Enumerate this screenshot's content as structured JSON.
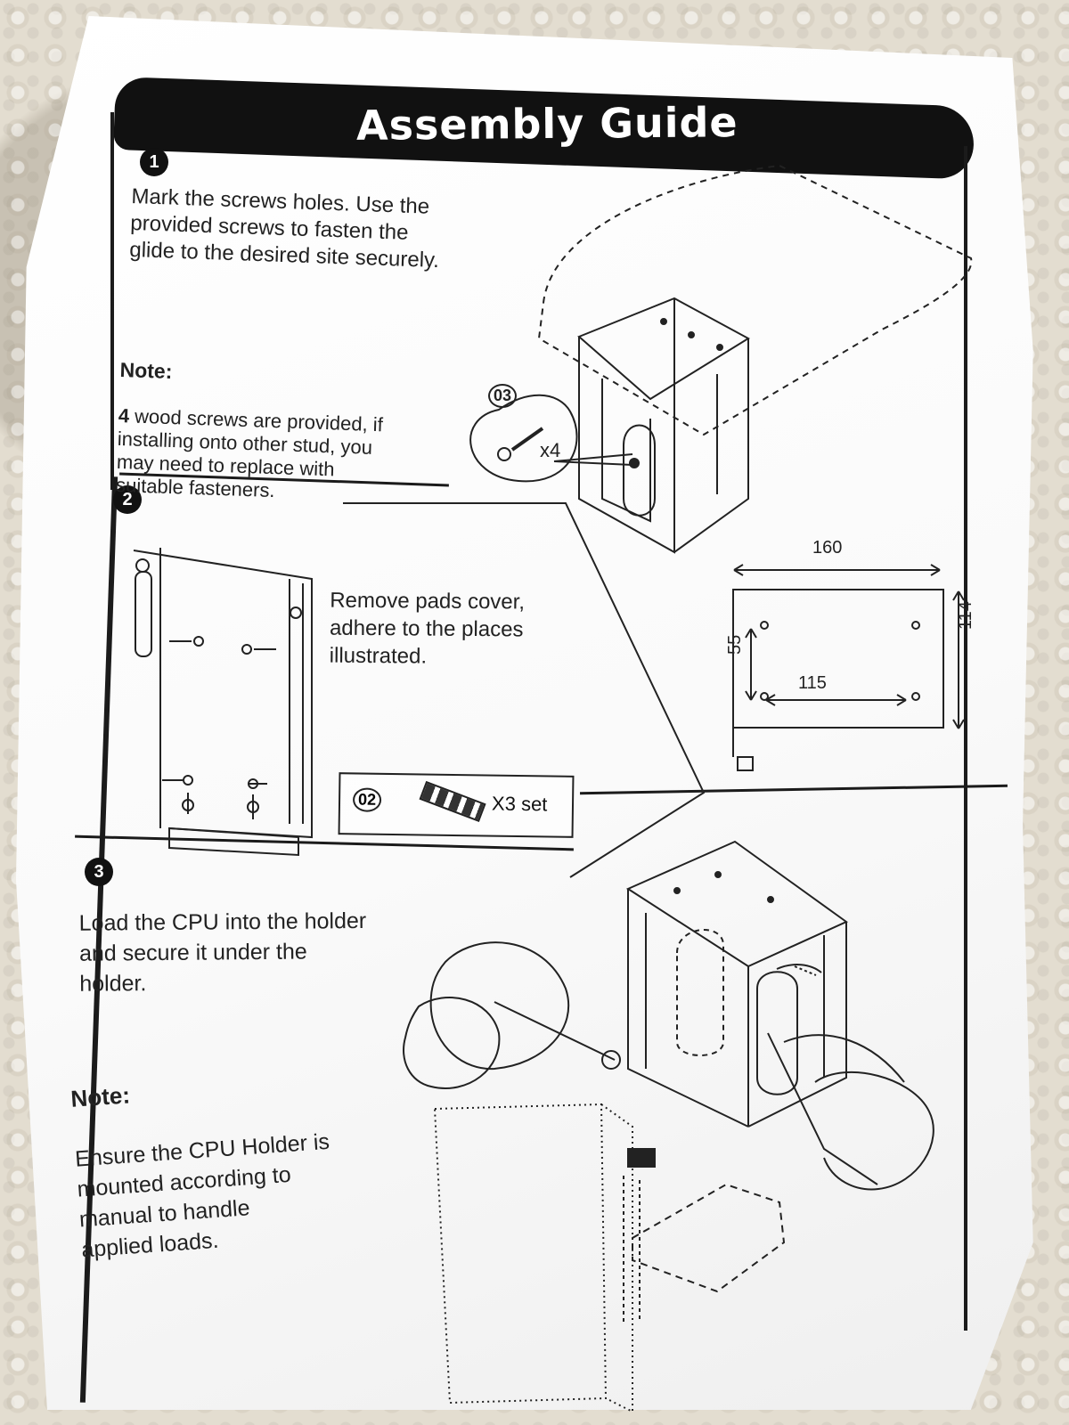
{
  "header": {
    "title": "Assembly Guide"
  },
  "step1": {
    "number": "1",
    "instruction": "Mark the screws holes. Use the\nprovided screws to fasten the\nglide to the desired site securely.",
    "note_title": "Note:",
    "note_body_emphasis": "4",
    "note_body": " wood screws are provided, if\ninstalling onto other stud, you\nmay need to replace with\nsuitable fasteners.",
    "callout_code": "03",
    "callout_qty": "x4"
  },
  "step2": {
    "number": "2",
    "instruction": "Remove pads cover,\nadhere to the places\nillustrated.",
    "callout_code": "02",
    "callout_qty": "X3 set",
    "dimensions": {
      "width": "160",
      "height": "114",
      "hole_spacing_horizontal": "115",
      "hole_spacing_vertical": "55"
    }
  },
  "step3": {
    "number": "3",
    "instruction": "Load the CPU into the holder\nand secure it under the\nholder.",
    "note_title": "Note:",
    "note_body": "Ensure the CPU Holder is\nmounted according to\nmanual to handle\napplied loads."
  },
  "icons": {
    "screw_icon": "screw-icon",
    "pad_icon": "adhesive-pad-icon",
    "hand_icon": "hand-icon"
  }
}
